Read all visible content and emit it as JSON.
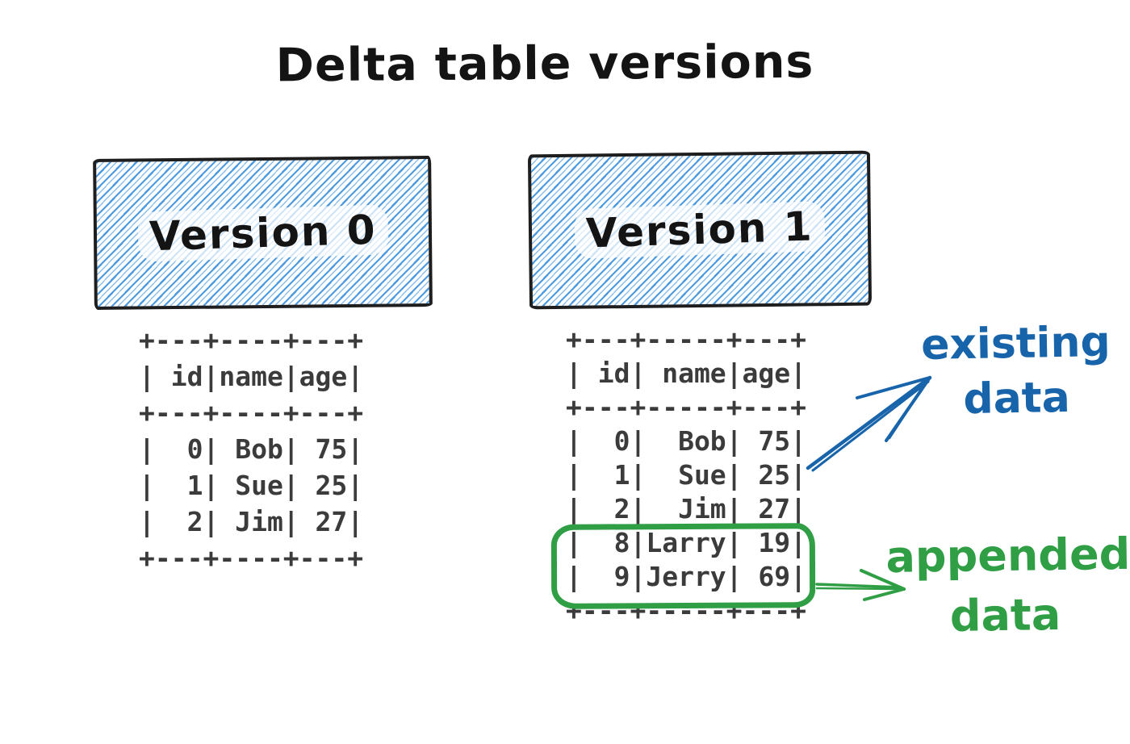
{
  "title": "Delta table versions",
  "colors": {
    "ink": "#1e1e1e",
    "table_text": "#3b3b3b",
    "hatch_blue": "#3f92de",
    "annotation_blue": "#1864ab",
    "annotation_green": "#2f9e44"
  },
  "version0": {
    "label": "Version 0",
    "table": {
      "columns": [
        "id",
        "name",
        "age"
      ],
      "rows": [
        [
          "0",
          "Bob",
          "75"
        ],
        [
          "1",
          "Sue",
          "25"
        ],
        [
          "2",
          "Jim",
          "27"
        ]
      ],
      "ascii": [
        "+---+----+---+",
        "| id|name|age|",
        "+---+----+---+",
        "|  0| Bob| 75|",
        "|  1| Sue| 25|",
        "|  2| Jim| 27|",
        "+---+----+---+"
      ]
    }
  },
  "version1": {
    "label": "Version 1",
    "table": {
      "columns": [
        "id",
        "name",
        "age"
      ],
      "rows": [
        [
          "0",
          "Bob",
          "75"
        ],
        [
          "1",
          "Sue",
          "25"
        ],
        [
          "2",
          "Jim",
          "27"
        ],
        [
          "8",
          "Larry",
          "19"
        ],
        [
          "9",
          "Jerry",
          "69"
        ]
      ],
      "appended_rows": [
        [
          "8",
          "Larry",
          "19"
        ],
        [
          "9",
          "Jerry",
          "69"
        ]
      ],
      "ascii": [
        "+---+-----+---+",
        "| id| name|age|",
        "+---+-----+---+",
        "|  0|  Bob| 75|",
        "|  1|  Sue| 25|",
        "|  2|  Jim| 27|",
        "|  8|Larry| 19|",
        "|  9|Jerry| 69|",
        "+---+-----+---+"
      ]
    }
  },
  "annotations": {
    "existing": {
      "text": [
        "existing",
        "data"
      ],
      "color": "#1864ab"
    },
    "appended": {
      "text": [
        "appended",
        "data"
      ],
      "color": "#2f9e44"
    }
  }
}
